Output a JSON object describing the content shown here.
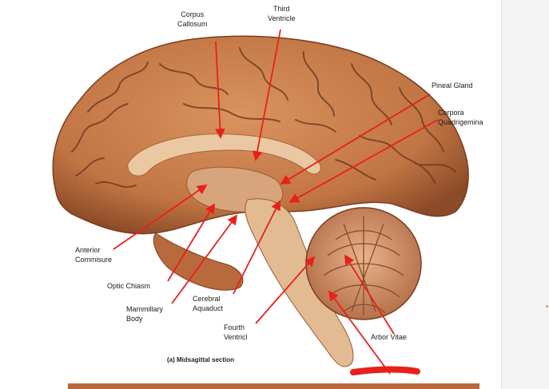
{
  "figure": {
    "caption": "(a) Midsagittal section",
    "labels": {
      "corpus_callosum": "Corpus\nCallosum",
      "third_ventricle": "Third\nVentricle",
      "pineal_gland": "Pineal Gland",
      "corpora_quadrigemina": "Corpora\nQuadrigemina",
      "anterior_commisure": "Anterior\nCommisure",
      "optic_chiasm": "Optic Chiasm",
      "mammillary_body": "Mammillary\nBody",
      "cerebral_aquaduct": "Cerebral\nAquaduct",
      "fourth_ventricl": "Fourth\nVentricl",
      "arbor_vitae": "Arbor Vitae"
    },
    "colors": {
      "arrow": "#e8201a",
      "brain": "#c47b4f",
      "gyri_dark": "#6e3a1e",
      "white_matter": "#e9c8a2",
      "background": "#ffffff"
    }
  }
}
